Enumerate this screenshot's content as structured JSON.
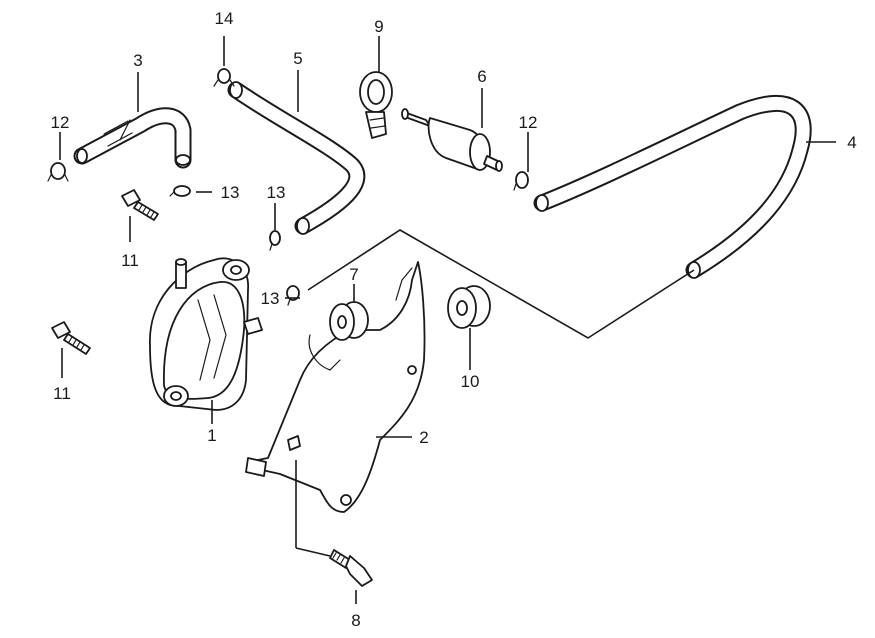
{
  "diagram": {
    "callouts": [
      {
        "id": "14",
        "text": "14"
      },
      {
        "id": "9",
        "text": "9"
      },
      {
        "id": "5",
        "text": "5"
      },
      {
        "id": "3",
        "text": "3"
      },
      {
        "id": "6",
        "text": "6"
      },
      {
        "id": "12a",
        "text": "12"
      },
      {
        "id": "12b",
        "text": "12"
      },
      {
        "id": "4",
        "text": "4"
      },
      {
        "id": "13a",
        "text": "13"
      },
      {
        "id": "13b",
        "text": "13"
      },
      {
        "id": "13c",
        "text": "13"
      },
      {
        "id": "11a",
        "text": "11"
      },
      {
        "id": "11b",
        "text": "11"
      },
      {
        "id": "7",
        "text": "7"
      },
      {
        "id": "10",
        "text": "10"
      },
      {
        "id": "1",
        "text": "1"
      },
      {
        "id": "2",
        "text": "2"
      },
      {
        "id": "8",
        "text": "8"
      }
    ]
  }
}
